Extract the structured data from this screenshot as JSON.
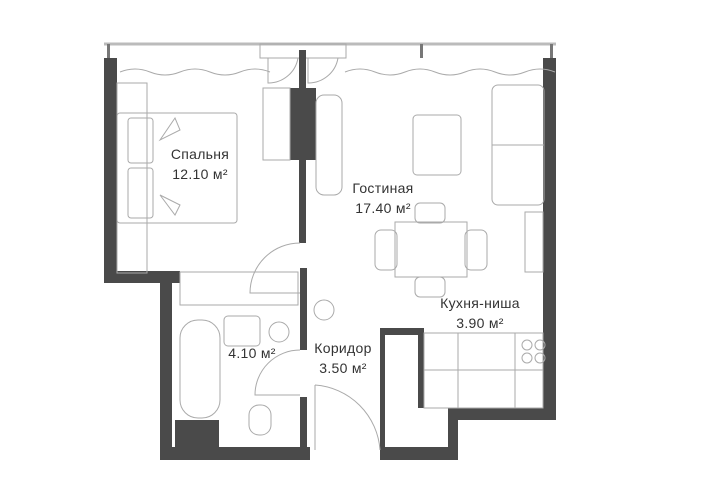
{
  "rooms": [
    {
      "name": "Спальня",
      "area": "12.10 м²"
    },
    {
      "name": "Гостиная",
      "area": "17.40 м²"
    },
    {
      "name": "Кухня-ниша",
      "area": "3.90 м²"
    },
    {
      "name": "",
      "area": "4.10 м²"
    },
    {
      "name": "Коридор",
      "area": "3.50 м²"
    }
  ],
  "colors": {
    "wall": "#4a4a4a",
    "furniture": "#aaaaaa"
  }
}
